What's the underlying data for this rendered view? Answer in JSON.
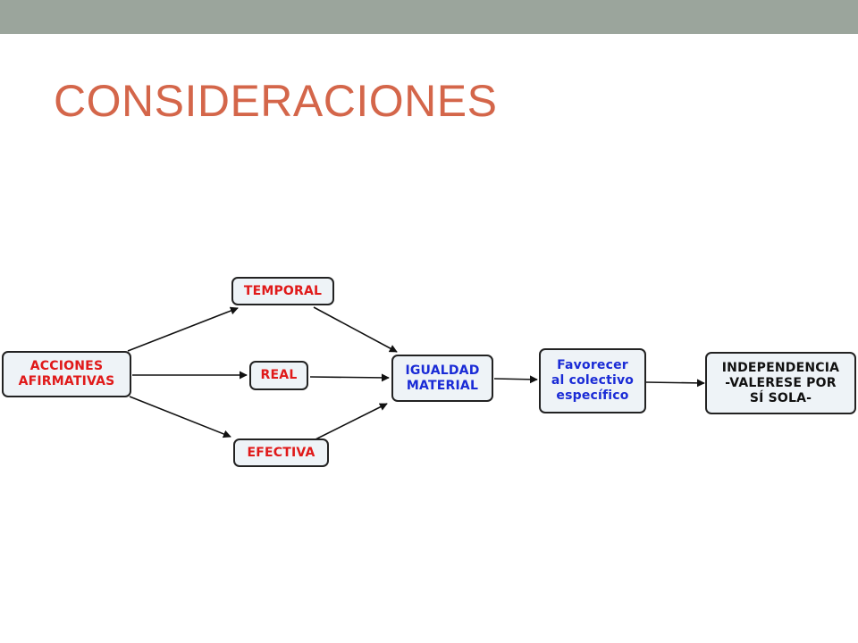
{
  "title": "CONSIDERACIONES",
  "colors": {
    "title": "#d4664a",
    "top_bar": "#9ba59c",
    "node_fill": "#eef3f7",
    "red_text": "#e01919",
    "blue_text": "#1a2bd6",
    "black_text": "#111111"
  },
  "nodes": {
    "acciones": [
      "ACCIONES",
      "AFIRMATIVAS"
    ],
    "temporal": [
      "TEMPORAL"
    ],
    "real": [
      "REAL"
    ],
    "efectiva": [
      "EFECTIVA"
    ],
    "igualdad": [
      "IGUALDAD",
      "MATERIAL"
    ],
    "favorecer": [
      "Favorecer",
      "al colectivo",
      "específico"
    ],
    "independencia": [
      "INDEPENDENCIA",
      "-VALERESE POR",
      "SÍ SOLA-"
    ]
  }
}
